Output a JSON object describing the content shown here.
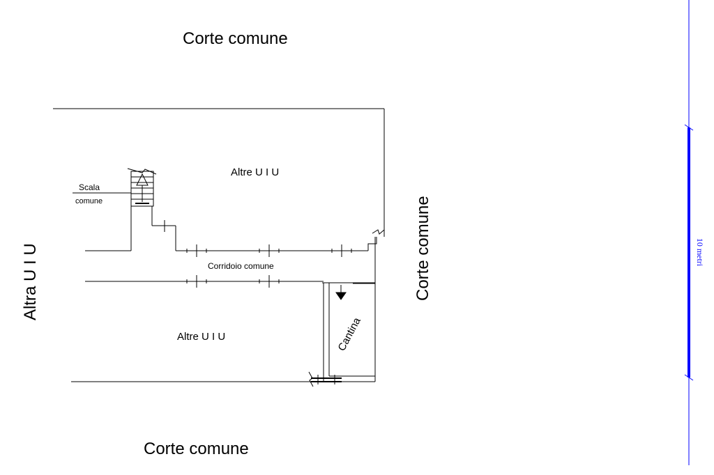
{
  "plan": {
    "labels": {
      "corte_top": "Corte comune",
      "corte_bottom": "Corte comune",
      "corte_right": "Corte comune",
      "altra_left": "Altra  U I U",
      "altre_upper": "Altre U I U",
      "altre_lower": "Altre U I U",
      "corridoio": "Corridoio comune",
      "cantina": "Cantina",
      "scala_line1": "Scala",
      "scala_line2": "comune"
    }
  },
  "scale_bar": {
    "label": "10 metri",
    "color": "#0000ff"
  }
}
